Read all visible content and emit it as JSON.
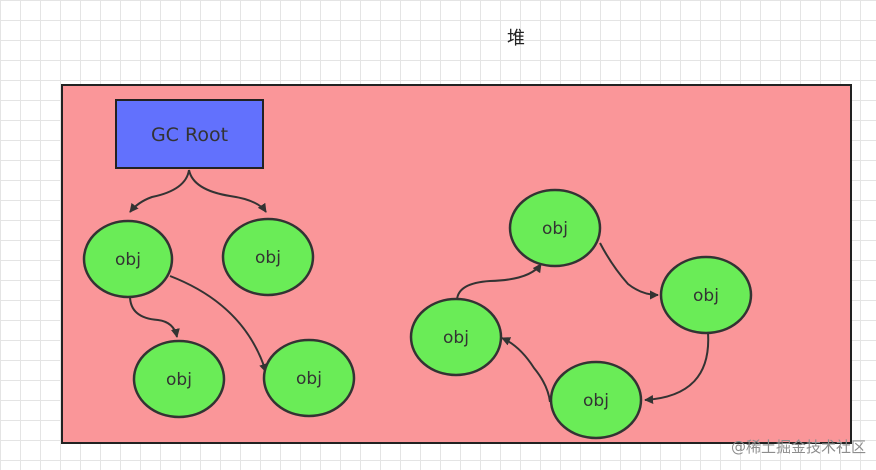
{
  "heap": {
    "title": "堆"
  },
  "gc_root": {
    "label": "GC Root"
  },
  "nodes": [
    {
      "id": "reachable-1",
      "label": "obj"
    },
    {
      "id": "reachable-2",
      "label": "obj"
    },
    {
      "id": "reachable-3",
      "label": "obj"
    },
    {
      "id": "reachable-4",
      "label": "obj"
    },
    {
      "id": "cycle-top",
      "label": "obj"
    },
    {
      "id": "cycle-right",
      "label": "obj"
    },
    {
      "id": "cycle-bottom",
      "label": "obj"
    },
    {
      "id": "cycle-left",
      "label": "obj"
    }
  ],
  "edges": [
    {
      "from": "gc_root",
      "to": "reachable-1"
    },
    {
      "from": "gc_root",
      "to": "reachable-2"
    },
    {
      "from": "reachable-1",
      "to": "reachable-3"
    },
    {
      "from": "reachable-1",
      "to": "reachable-4"
    },
    {
      "from": "cycle-left",
      "to": "cycle-top"
    },
    {
      "from": "cycle-top",
      "to": "cycle-right"
    },
    {
      "from": "cycle-right",
      "to": "cycle-bottom"
    },
    {
      "from": "cycle-bottom",
      "to": "cycle-left"
    }
  ],
  "colors": {
    "heap_fill": "#fa9699",
    "root_fill": "#6271fd",
    "node_fill": "#6aec57",
    "stroke": "#333333"
  },
  "watermark": "@稀土掘金技术社区"
}
